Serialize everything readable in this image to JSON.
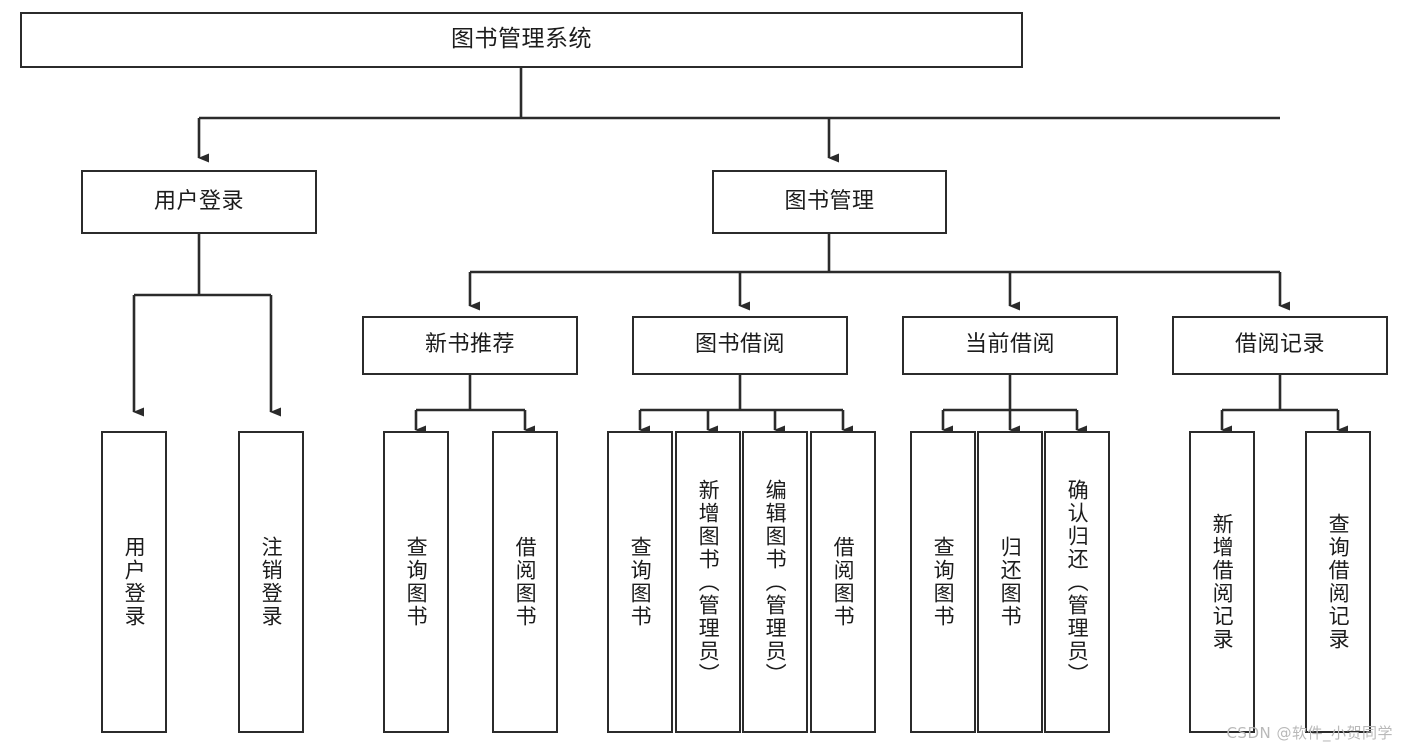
{
  "diagram": {
    "title": "图书管理系统",
    "type": "tree-hierarchy-chart",
    "watermark": "CSDN @软件_小贺同学",
    "colors": {
      "box_border": "#2b2b2b",
      "box_fill": "#ffffff",
      "edge": "#2b2b2b",
      "text": "#1c1c1c",
      "watermark_text": "#b9b9b9",
      "background": "#ffffff"
    },
    "nodes": {
      "root": {
        "label": "图书管理系统"
      },
      "level1": [
        {
          "label": "用户登录"
        },
        {
          "label": "图书管理"
        }
      ],
      "level2": [
        {
          "label": "新书推荐"
        },
        {
          "label": "图书借阅"
        },
        {
          "label": "当前借阅"
        },
        {
          "label": "借阅记录"
        }
      ],
      "leaves": {
        "user_login": [
          {
            "label": "用户登录"
          },
          {
            "label": "注销登录"
          }
        ],
        "new_book_recommend": [
          {
            "label": "查询图书"
          },
          {
            "label": "借阅图书"
          }
        ],
        "book_borrow": [
          {
            "label": "查询图书"
          },
          {
            "label": "新增图书（管理员）"
          },
          {
            "label": "编辑图书（管理员）"
          },
          {
            "label": "借阅图书"
          }
        ],
        "current_borrow": [
          {
            "label": "查询图书"
          },
          {
            "label": "归还图书"
          },
          {
            "label": "确认归还（管理员）"
          }
        ],
        "borrow_record": [
          {
            "label": "新增借阅记录"
          },
          {
            "label": "查询借阅记录"
          }
        ]
      }
    }
  }
}
